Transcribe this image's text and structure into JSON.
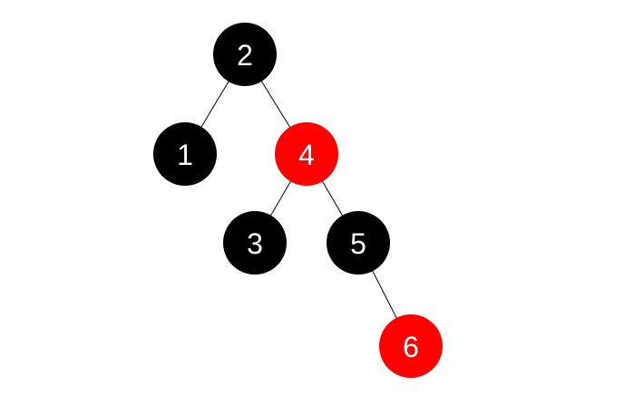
{
  "tree": {
    "colors": {
      "black": "#000000",
      "red": "#ff0000",
      "label": "#ffffff",
      "edge": "#000000",
      "background": "#ffffff"
    },
    "nodes": [
      {
        "id": "n2",
        "label": "2",
        "color": "black"
      },
      {
        "id": "n1",
        "label": "1",
        "color": "black"
      },
      {
        "id": "n4",
        "label": "4",
        "color": "red"
      },
      {
        "id": "n3",
        "label": "3",
        "color": "black"
      },
      {
        "id": "n5",
        "label": "5",
        "color": "black"
      },
      {
        "id": "n6",
        "label": "6",
        "color": "red"
      }
    ],
    "edges": [
      {
        "from": "n2",
        "to": "n1"
      },
      {
        "from": "n2",
        "to": "n4"
      },
      {
        "from": "n4",
        "to": "n3"
      },
      {
        "from": "n4",
        "to": "n5"
      },
      {
        "from": "n5",
        "to": "n6"
      }
    ]
  }
}
